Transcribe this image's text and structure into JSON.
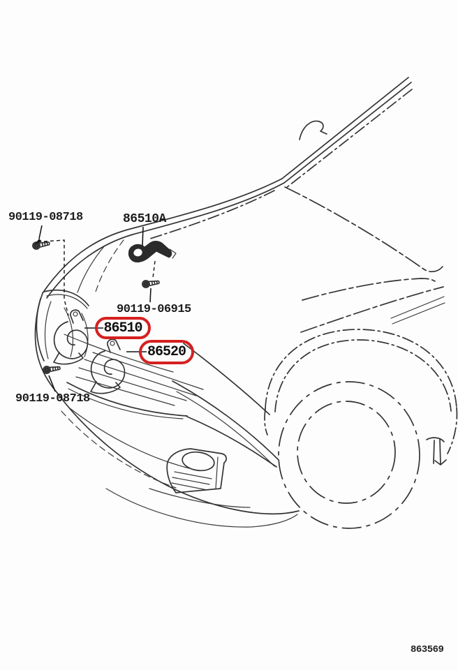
{
  "colors": {
    "line": "#333333",
    "label_text": "#1c1c1c",
    "highlight_red": "#d62020",
    "background": "#ffffff"
  },
  "parts": {
    "bolt_upper_label": "90119-08718",
    "bracket_label": "86510A",
    "bolt_middle_label": "90119-06915",
    "horn_high_label": "86510",
    "horn_low_label": "86520",
    "bolt_lower_label": "90119-08718"
  },
  "footer": {
    "figure_code": "863569"
  }
}
